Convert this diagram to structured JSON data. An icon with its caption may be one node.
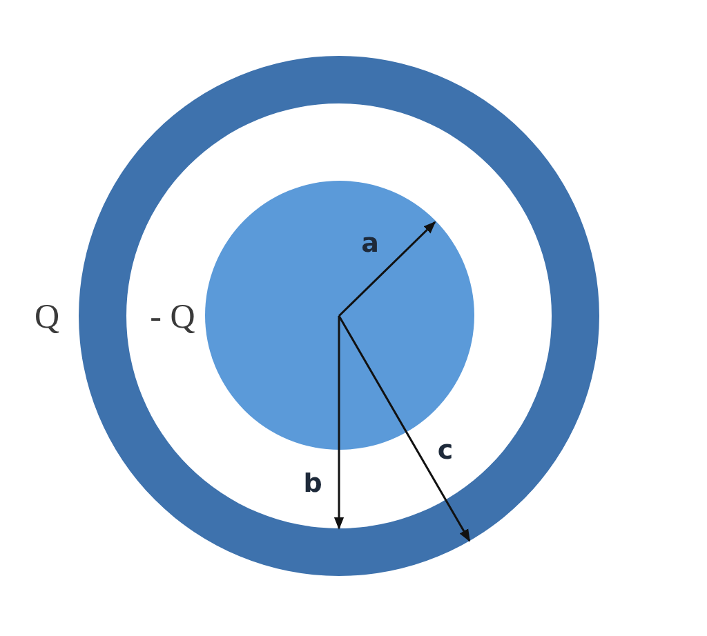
{
  "diagram": {
    "labels": [
      "Q",
      "- Q",
      "a",
      "b",
      "c"
    ]
  }
}
